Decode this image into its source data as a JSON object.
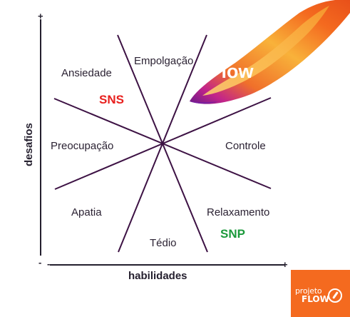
{
  "axes": {
    "y_label": "desafios",
    "x_label": "habilidades",
    "y_plus": "+",
    "x_plus": "+",
    "origin_minus": "-"
  },
  "regions": {
    "ansiedade": "Ansiedade",
    "empolgacao": "Empolgação",
    "flow": "Flow",
    "controle": "Controle",
    "relaxamento": "Relaxamento",
    "tedio": "Tédio",
    "apatia": "Apatia",
    "preocupacao": "Preocupação"
  },
  "markers": {
    "sns": "SNS",
    "snp": "SNP"
  },
  "logo": {
    "line1": "projeto",
    "line2": "FLOW"
  },
  "colors": {
    "line": "#3d1244",
    "sns": "#e8201e",
    "snp": "#1c9a3c",
    "brand": "#f46a1f"
  }
}
